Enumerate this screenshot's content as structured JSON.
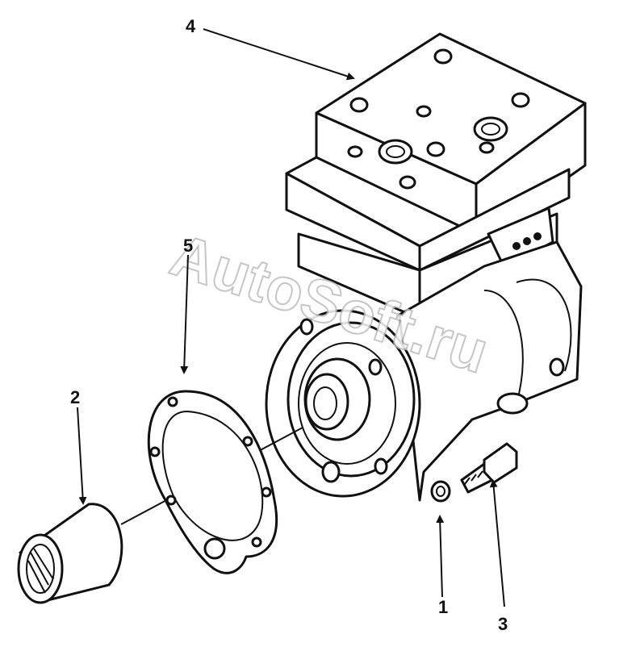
{
  "watermark": "AutoSoft.ru",
  "callouts": [
    {
      "id": "1",
      "label": "1"
    },
    {
      "id": "2",
      "label": "2"
    },
    {
      "id": "3",
      "label": "3"
    },
    {
      "id": "4",
      "label": "4"
    },
    {
      "id": "5",
      "label": "5"
    }
  ]
}
